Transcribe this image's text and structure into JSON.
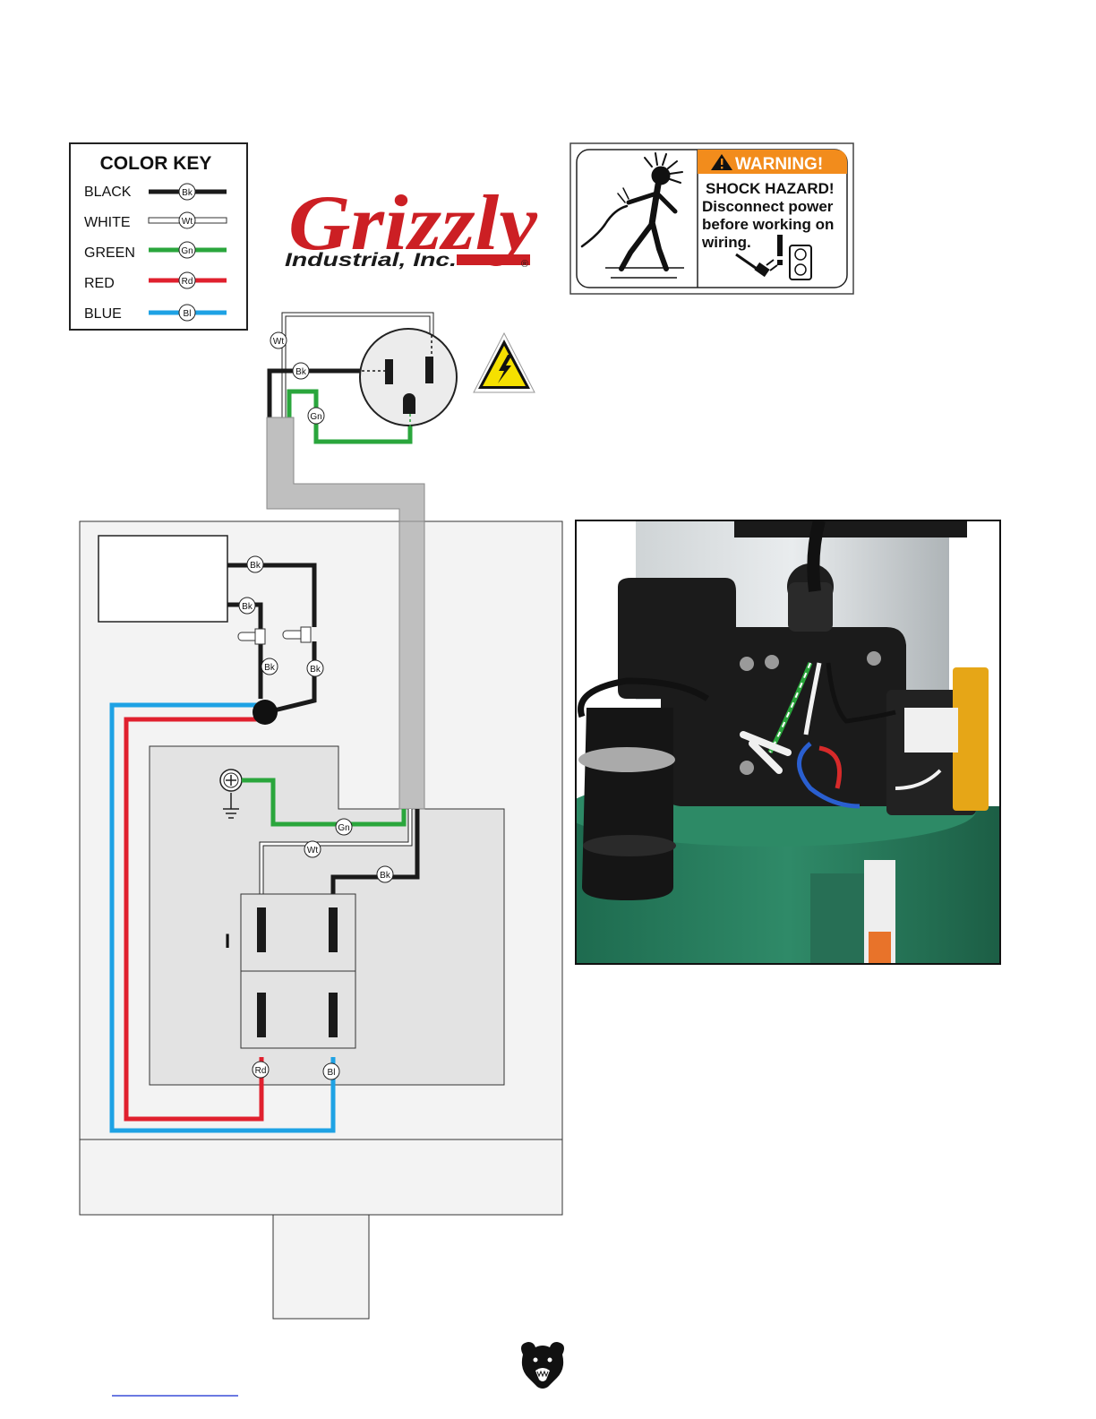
{
  "color_key": {
    "title": "COLOR KEY",
    "entries": [
      {
        "label": "BLACK",
        "tag": "Bk",
        "color": "#1a1a1a"
      },
      {
        "label": "WHITE",
        "tag": "Wt",
        "color": "#ffffff"
      },
      {
        "label": "GREEN",
        "tag": "Gn",
        "color": "#2aa63c"
      },
      {
        "label": "RED",
        "tag": "Rd",
        "color": "#e0202e"
      },
      {
        "label": "BLUE",
        "tag": "Bl",
        "color": "#1ea2e4"
      }
    ]
  },
  "logo": {
    "name": "Grizzly",
    "sub": "Industrial, Inc.",
    "reg": "®",
    "color": "#cc1f24"
  },
  "warning": {
    "header": "WARNING!",
    "lines": [
      "SHOCK HAZARD!",
      "Disconnect power",
      "before working on",
      "wiring."
    ],
    "header_color": "#f28c1c"
  },
  "wire_tags": {
    "receptacle_white": "Wt",
    "receptacle_black": "Bk",
    "receptacle_green": "Gn",
    "motor_black_top": "Bk",
    "motor_black_mid": "Bk",
    "motor_black_left": "Bk",
    "motor_black_right": "Bk",
    "switch_green": "Gn",
    "switch_white": "Wt",
    "switch_black": "Bk",
    "switch_red": "Rd",
    "switch_blue": "Bl"
  },
  "switch": {
    "on_symbol": "I"
  },
  "icons": {
    "hazard": "electric-hazard-icon",
    "ground": "ground-terminal-icon",
    "bear": "grizzly-bear-icon",
    "plug": "plug-icon",
    "outlet": "wall-outlet-icon"
  }
}
